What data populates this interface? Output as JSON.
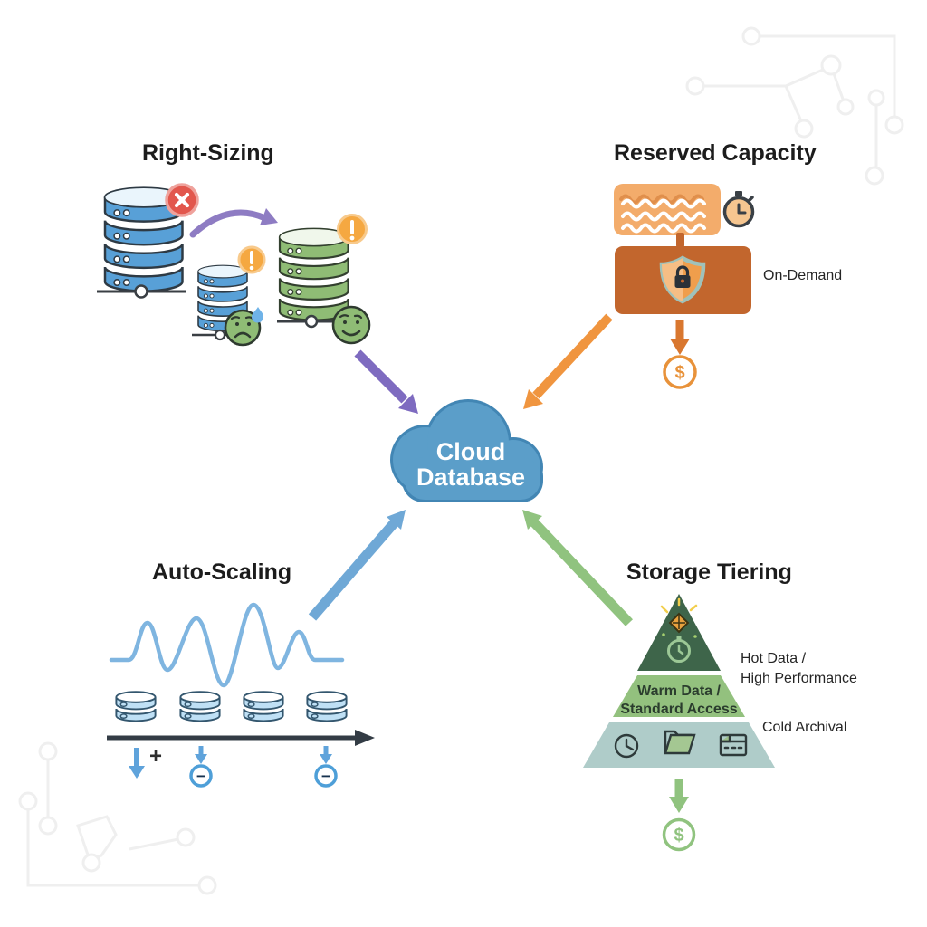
{
  "center": {
    "line1": "Cloud",
    "line2": "Database"
  },
  "sections": {
    "right_sizing": {
      "title": "Right-Sizing"
    },
    "reserved_capacity": {
      "title": "Reserved Capacity",
      "side_label": "On-Demand"
    },
    "auto_scaling": {
      "title": "Auto-Scaling"
    },
    "storage_tiering": {
      "title": "Storage Tiering",
      "tier_middle": {
        "line1": "Warm Data /",
        "line2": "Standard Access"
      },
      "label_hot": {
        "line1": "Hot Data /",
        "line2": "High Performance"
      },
      "label_cold": "Cold Archival"
    }
  },
  "symbols": {
    "dollar": "$",
    "plus": "+",
    "minus": "−"
  },
  "colors": {
    "cloud": "#5b9ec9",
    "cloud_border": "#4286b4",
    "arrow_purple": "#7e6bc0",
    "arrow_orange": "#f0953f",
    "arrow_blue": "#6fa8d6",
    "arrow_green": "#90c37f",
    "db_blue": "#58a0d7",
    "db_green": "#8fbc75",
    "db_light_blue": "#bfe0f5",
    "box_light_orange": "#f3ac6b",
    "box_dark_orange": "#c2662d",
    "pyramid_top": "#3e654a",
    "pyramid_mid": "#93c17e",
    "pyramid_bottom": "#afccc9",
    "badge_red": "#e2574d",
    "badge_orange": "#f5a841",
    "timeline_dark": "#333c45",
    "waveform_blue": "#7fb5e0",
    "circuit_gray": "#efefef"
  }
}
